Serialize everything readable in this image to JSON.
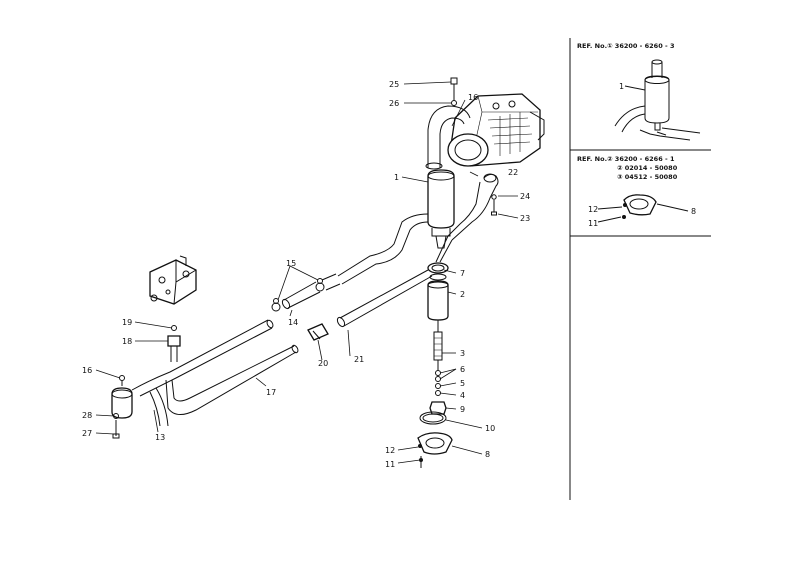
{
  "labels": {
    "l1": "1",
    "l2": "2",
    "l3": "3",
    "l4": "4",
    "l5": "5",
    "l6": "6",
    "l7": "7",
    "l8": "8",
    "l9": "9",
    "l10": "10",
    "l11": "11",
    "l12": "12",
    "l13": "13",
    "l14": "14",
    "l15": "15",
    "l16a": "16",
    "l16b": "16",
    "l17": "17",
    "l18": "18",
    "l19": "19",
    "l20": "20",
    "l21": "21",
    "l22": "22",
    "l23": "23",
    "l24": "24",
    "l25": "25",
    "l26": "26",
    "l27": "27",
    "l28": "28"
  },
  "inset1": {
    "ref": "REF. No.① 36200 - 6260 - 3",
    "part1": "1"
  },
  "inset2": {
    "ref1": "REF. No.② 36200 - 6266 - 1",
    "ref2": "② 02014 - 50080",
    "ref3": "③ 04512 - 50080",
    "part8": "8",
    "part11": "11",
    "part12": "12"
  }
}
